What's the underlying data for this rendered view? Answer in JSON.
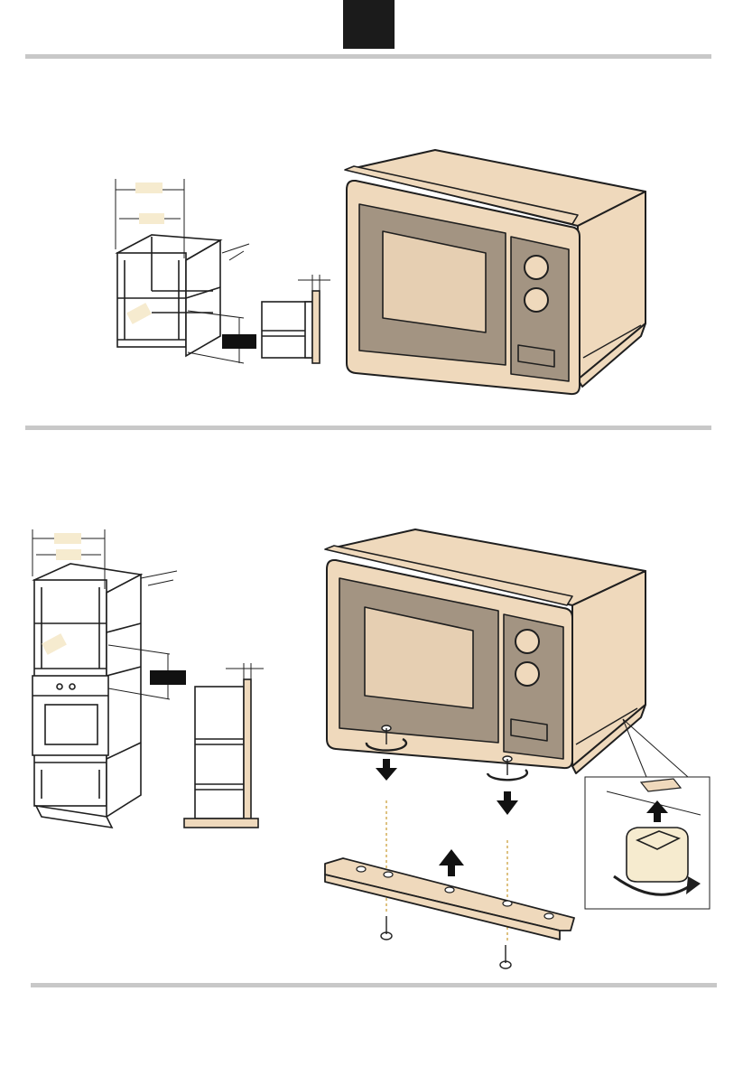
{
  "header": {
    "tab_color": "#1b1b1b"
  },
  "colors": {
    "rule": "#c8c8c8",
    "appliance_body": "#efd9bc",
    "appliance_door": "#a39482",
    "appliance_window": "#e6cfb2",
    "cabinet_line": "#1f1f1f",
    "label_box": "#f6ebcf",
    "accent_black": "#111111"
  },
  "figures": [
    {
      "id": "fig-1",
      "items": [
        "wall-cabinet-diagram",
        "cabinet-side-section",
        "built-in-microwave"
      ]
    },
    {
      "id": "fig-2",
      "items": [
        "tall-cabinet-diagram",
        "tall-cabinet-side-section",
        "microwave-with-mounting-rail",
        "foot-adjust-detail"
      ]
    }
  ]
}
